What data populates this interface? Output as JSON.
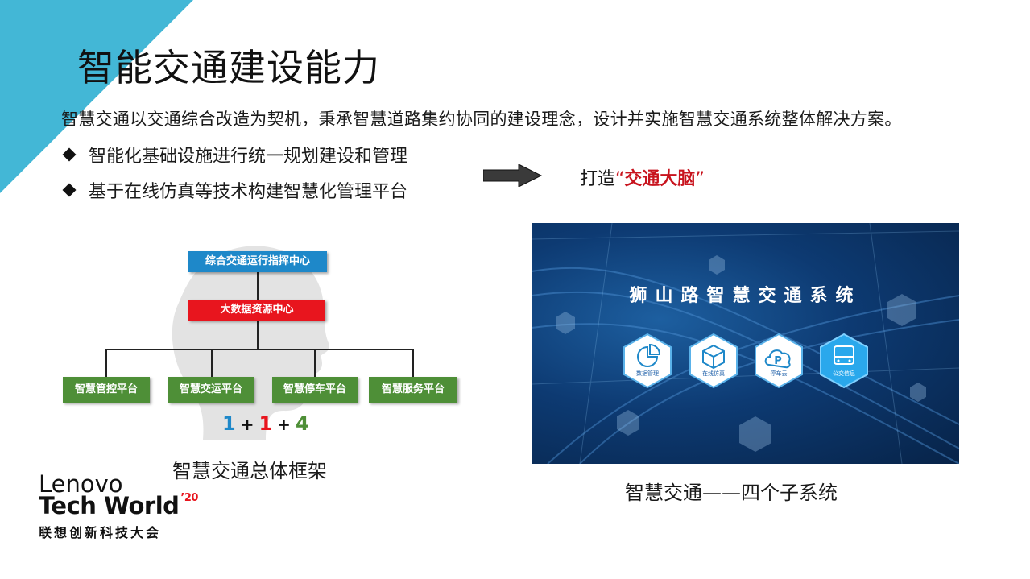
{
  "slide": {
    "title": "智能交通建设能力",
    "intro": "智慧交通以交通综合改造为契机，秉承智慧道路集约协同的建设理念，设计并实施智慧交通系统整体解决方案。",
    "bullets": [
      "智能化基础设施进行统一规划建设和管理",
      "基于在线仿真等技术构建智慧化管理平台"
    ],
    "brain": {
      "prefix": "打造",
      "open_quote": "“",
      "highlight": "交通大脑",
      "close_quote": "”"
    },
    "framework": {
      "top_box": "综合交通运行指挥中心",
      "mid_box": "大数据资源中心",
      "platforms": [
        "智慧管控平台",
        "智慧交运平台",
        "智慧停车平台",
        "智慧服务平台"
      ],
      "formula": {
        "n1": "1",
        "plus1": "+",
        "n2": "1",
        "plus2": "+",
        "n3": "4"
      },
      "caption": "智慧交通总体框架"
    },
    "panel": {
      "title": "狮山路智慧交通系统",
      "subsystems": [
        {
          "label": "数据管理",
          "icon": "pie-chart-icon"
        },
        {
          "label": "在线仿真",
          "icon": "cube-icon"
        },
        {
          "label": "停车云",
          "icon": "parking-cloud-icon"
        },
        {
          "label": "公交信息",
          "icon": "bus-icon"
        }
      ],
      "caption": "智慧交通——四个子系统"
    },
    "logo": {
      "line1": "Lenovo",
      "line2": "Tech World",
      "year": "’20",
      "line3": "联想创新科技大会"
    },
    "colors": {
      "accent": "#43b7d6",
      "blue": "#1e88c9",
      "red": "#e8151e",
      "green": "#4e8f37",
      "highlight_red": "#c8141e"
    }
  }
}
